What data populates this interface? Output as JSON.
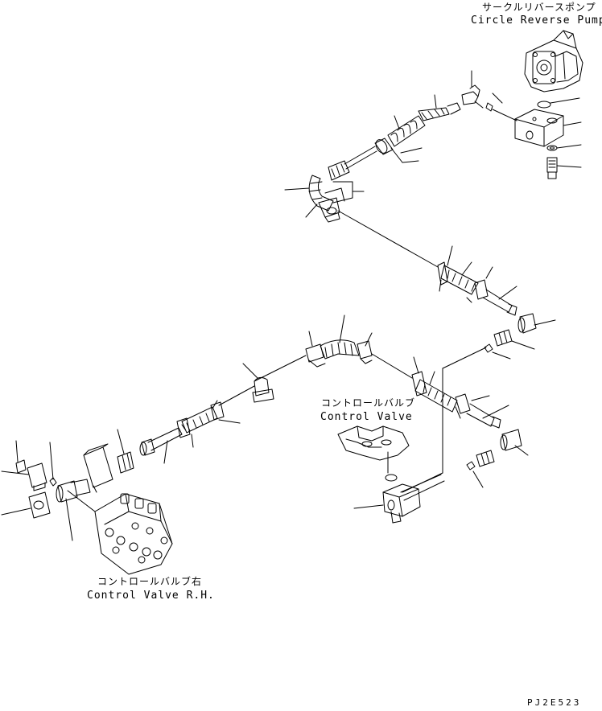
{
  "labels": {
    "pump_jp": "サークルリバースポンプ",
    "pump_en": "Circle Reverse Pump",
    "valve_jp": "コントロールバルブ",
    "valve_en": "Control Valve",
    "valve_rh_jp": "コントロールバルブ右",
    "valve_rh_en": "Control Valve R.H.",
    "drawing_code": "PJ2E523"
  },
  "style": {
    "line_color": "#000000",
    "background": "#ffffff"
  },
  "icons": {
    "pump": "pump-icon",
    "control_valve": "control-valve-icon",
    "hose": "hose-icon",
    "clamp": "clamp-icon",
    "fitting": "fitting-icon",
    "o_ring": "o-ring-icon",
    "bolt": "bolt-icon",
    "block": "block-icon"
  }
}
